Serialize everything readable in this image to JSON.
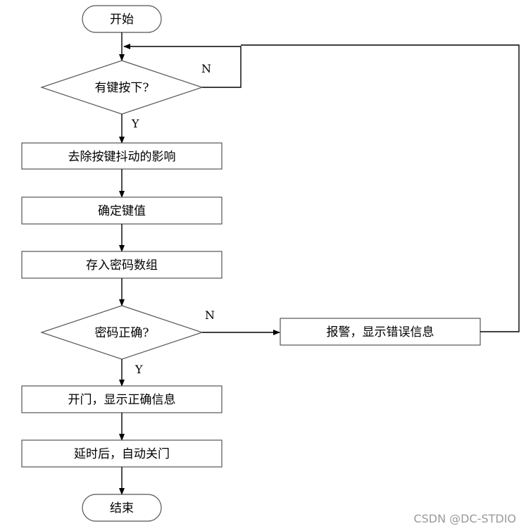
{
  "flowchart": {
    "start": "开始",
    "key_pressed": "有键按下?",
    "debounce": "去除按键抖动的影响",
    "determine_key": "确定键值",
    "store_password": "存入密码数组",
    "password_correct": "密码正确?",
    "alarm": "报警，显示错误信息",
    "open_door": "开门，显示正确信息",
    "delay_close": "延时后，自动关门",
    "end": "结束",
    "yes": "Y",
    "no": "N"
  },
  "watermark": "CSDN @DC-STDIO"
}
